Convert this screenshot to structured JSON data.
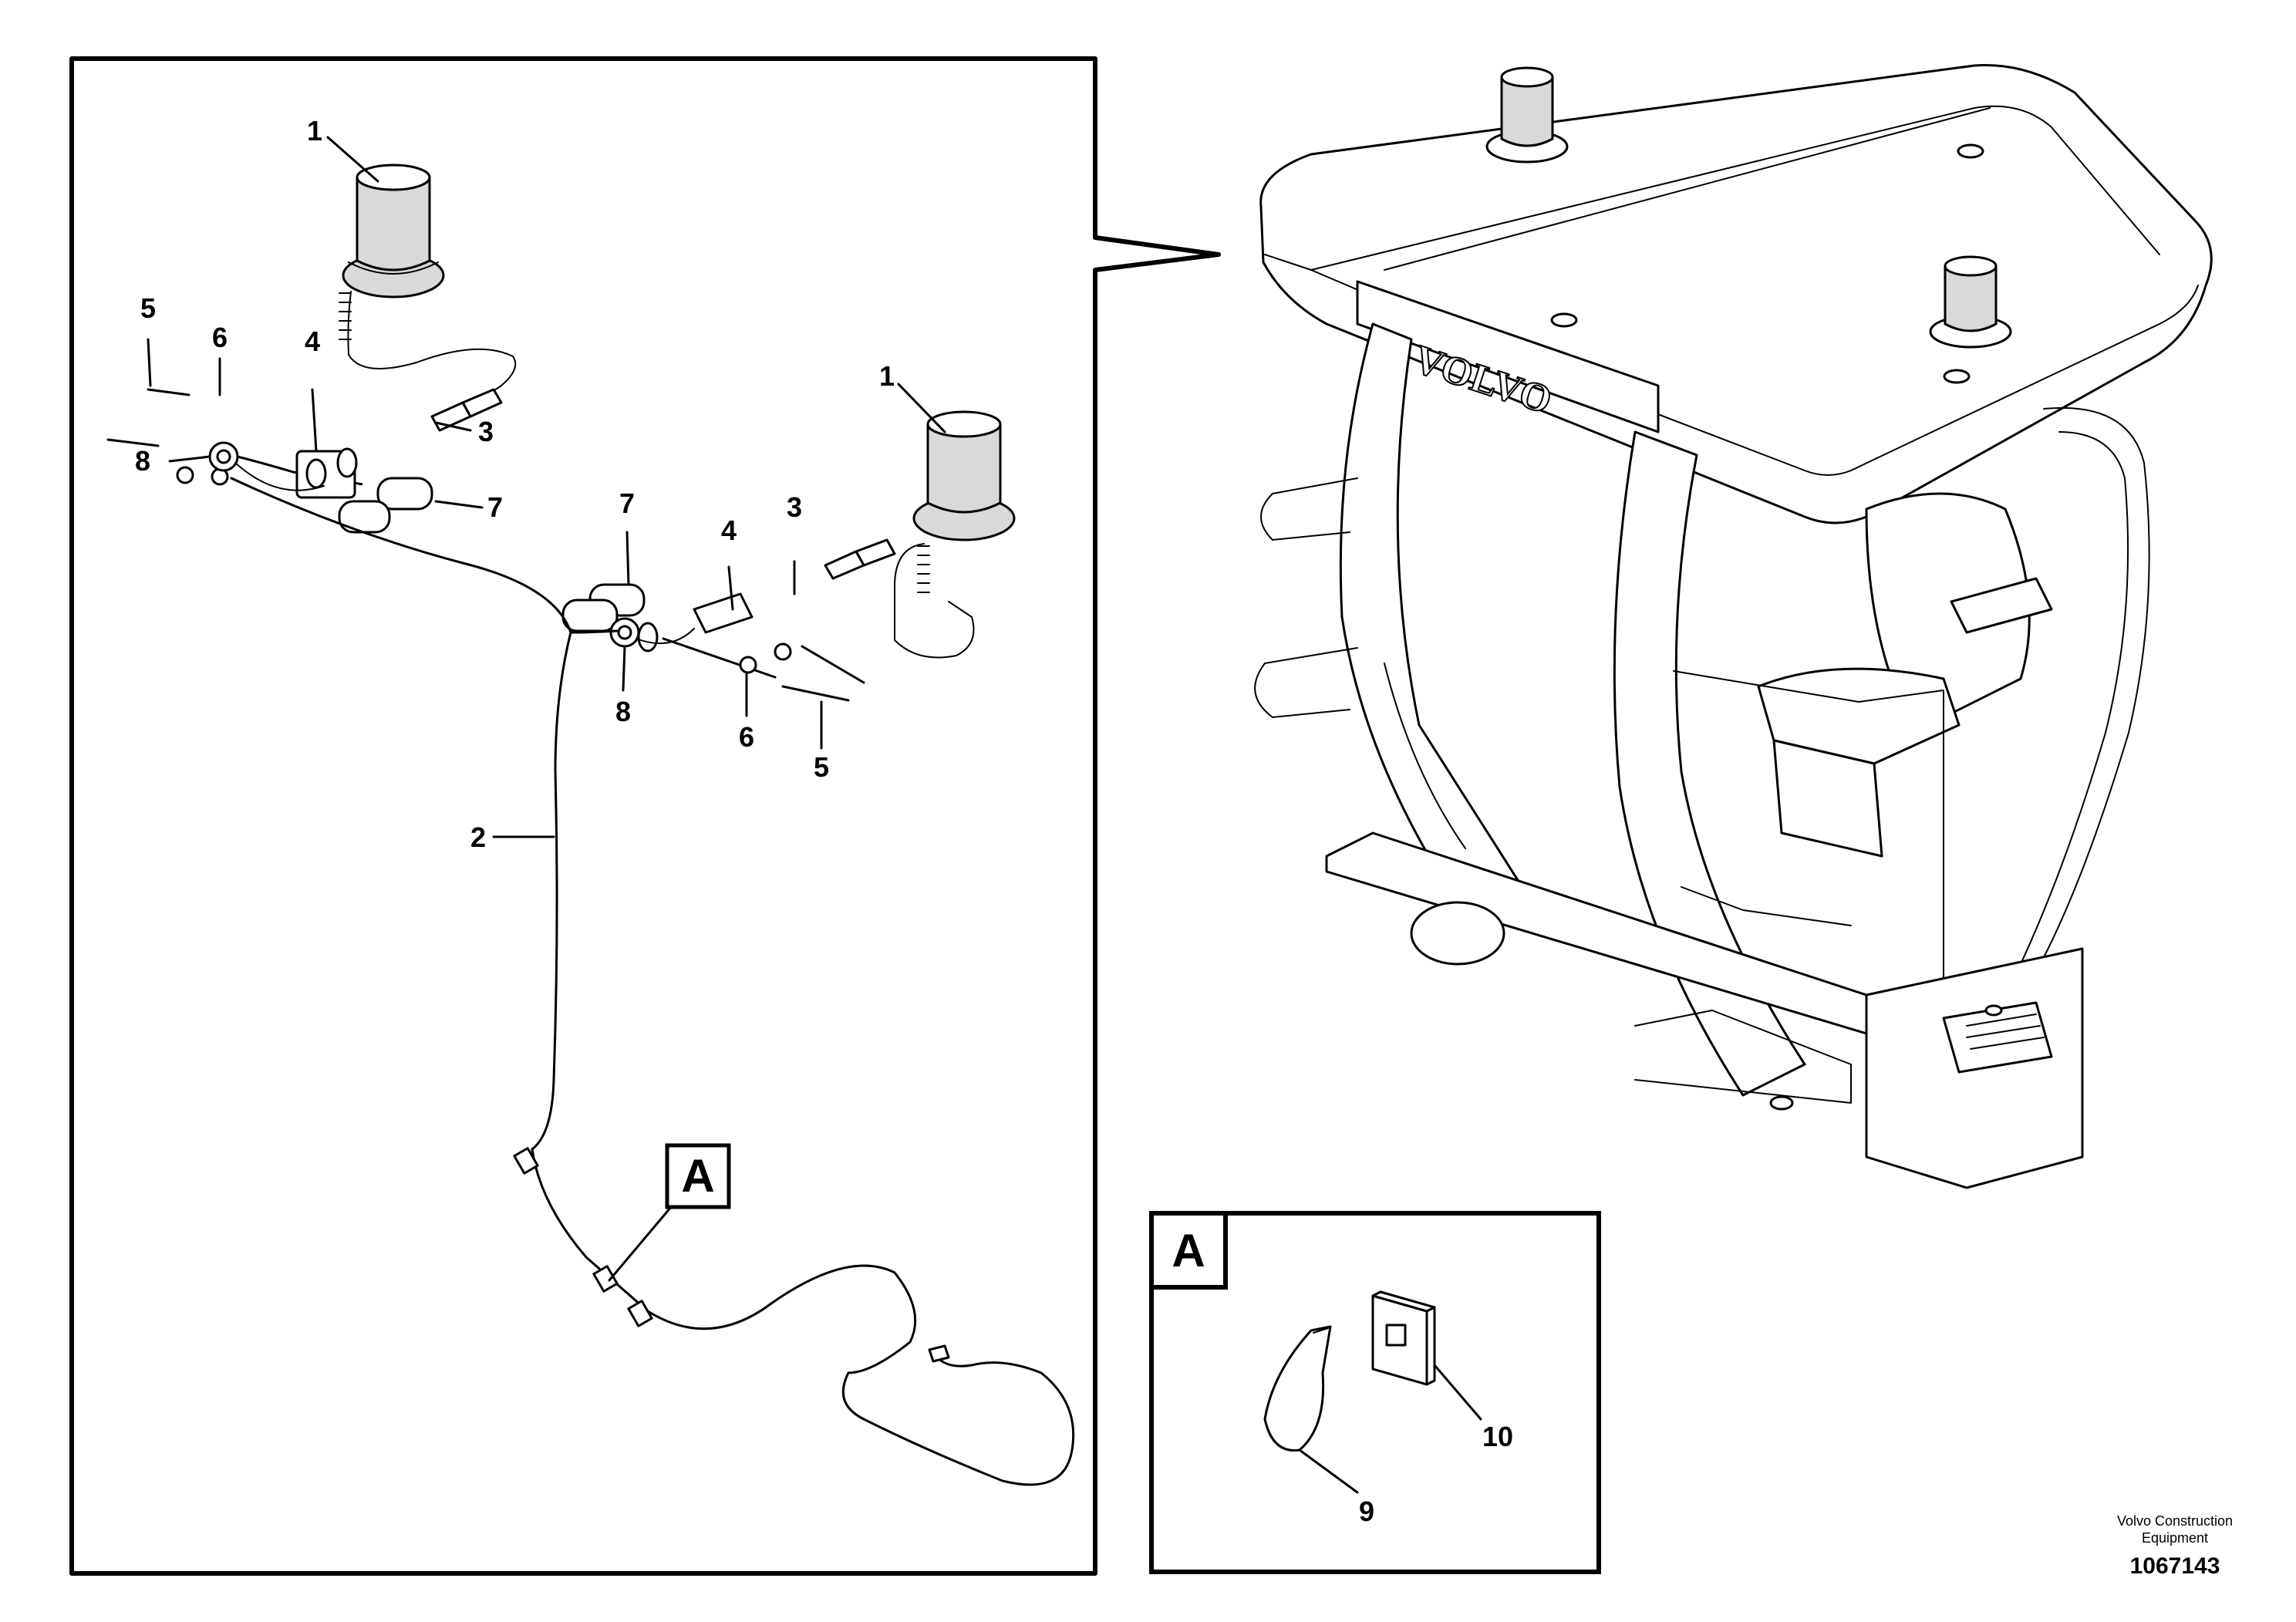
{
  "callouts": {
    "c1a": "1",
    "c1b": "1",
    "c2": "2",
    "c3a": "3",
    "c3b": "3",
    "c4a": "4",
    "c4b": "4",
    "c5a": "5",
    "c5b": "5",
    "c6a": "6",
    "c6b": "6",
    "c7a": "7",
    "c7b": "7",
    "c8a": "8",
    "c8b": "8",
    "c9": "9",
    "c10": "10"
  },
  "detail_ref": "A",
  "detail_title": "A",
  "brand_on_cab": "VOLVO",
  "credit": {
    "line1": "Volvo Construction",
    "line2": "Equipment"
  },
  "document_number": "1067143"
}
